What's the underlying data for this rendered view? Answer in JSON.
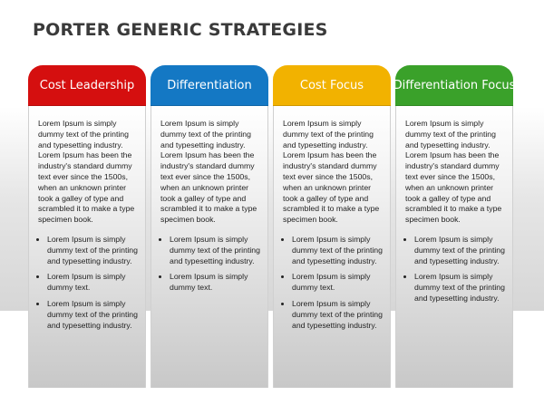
{
  "title": "PORTER GENERIC STRATEGIES",
  "colors": {
    "red": "#d50f0f",
    "blue": "#1478c4",
    "yellow": "#f2b200",
    "green": "#3aa12a"
  },
  "columns": [
    {
      "header": "Cost Leadership",
      "color_key": "red",
      "paragraph": "Lorem Ipsum is simply dummy text of the printing and typesetting industry. Lorem Ipsum has been the industry's standard dummy text ever since the 1500s, when an unknown printer took a galley of type and scrambled it to make a type specimen book.",
      "bullets": [
        "Lorem Ipsum is simply dummy text of the printing and typesetting industry.",
        "Lorem Ipsum is simply dummy text.",
        "Lorem Ipsum is simply dummy text of the printing and typesetting industry."
      ]
    },
    {
      "header": "Differentiation",
      "color_key": "blue",
      "paragraph": "Lorem Ipsum is simply dummy text of the printing and typesetting industry. Lorem Ipsum has been the industry's standard dummy text ever since the 1500s, when an unknown printer took a galley of type and scrambled it to make a type specimen book.",
      "bullets": [
        "Lorem Ipsum is simply dummy text of the printing and typesetting industry.",
        "Lorem Ipsum is simply dummy text."
      ]
    },
    {
      "header": "Cost Focus",
      "color_key": "yellow",
      "paragraph": "Lorem Ipsum is simply dummy text of the printing and typesetting industry. Lorem Ipsum has been the industry's standard dummy text ever since the 1500s, when an unknown printer took a galley of type and scrambled it to make a type specimen book.",
      "bullets": [
        "Lorem Ipsum is simply dummy text of the printing and typesetting industry.",
        "Lorem Ipsum is simply dummy text.",
        "Lorem Ipsum is simply dummy text of the printing and typesetting industry."
      ]
    },
    {
      "header": "Differentiation Focus",
      "color_key": "green",
      "paragraph": "Lorem Ipsum is simply dummy text of the printing and typesetting industry. Lorem Ipsum has been the industry's standard dummy text ever since the 1500s, when an unknown printer took a galley of type and scrambled it to make a type specimen book.",
      "bullets": [
        "Lorem Ipsum is simply dummy text of the printing and typesetting industry.",
        "Lorem Ipsum is simply dummy text of the printing and typesetting industry."
      ]
    }
  ]
}
